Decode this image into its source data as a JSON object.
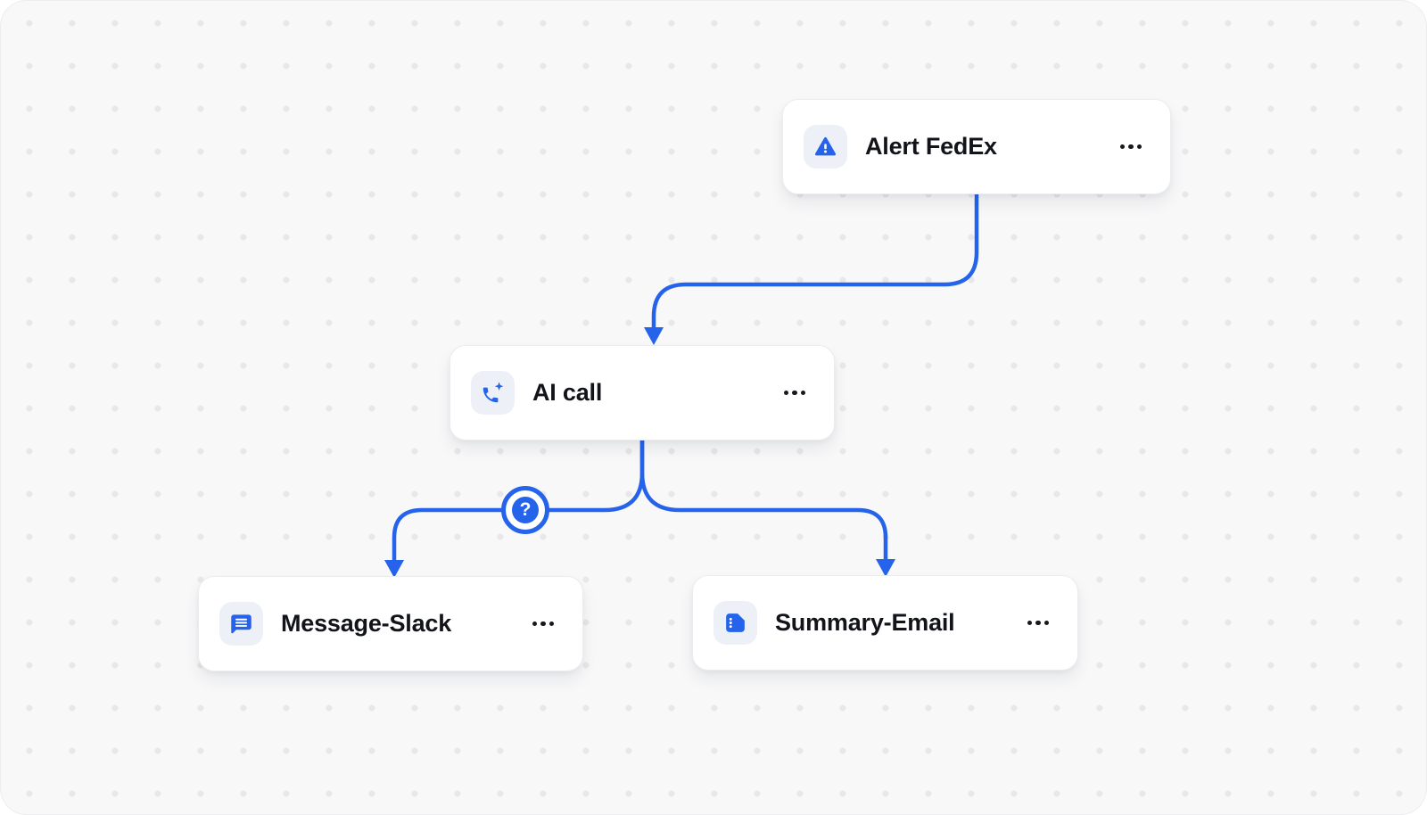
{
  "app": {
    "view": "workflow-builder-canvas"
  },
  "theme": {
    "accent_blue": "#2563eb",
    "canvas_background": "#f8f8f9",
    "dot_color": "#e8e8ea",
    "card_background": "#ffffff",
    "icon_tile_background": "#edf1f7",
    "label_color": "#12141a"
  },
  "nodes": [
    {
      "id": "alert-fedex",
      "label": "Alert FedEx",
      "icon": "warning-triangle-icon",
      "menu_icon": "more-options-ellipsis"
    },
    {
      "id": "ai-call",
      "label": "AI call",
      "icon": "ai-call-phone-sparkle-icon",
      "menu_icon": "more-options-ellipsis"
    },
    {
      "id": "message-slack",
      "label": "Message-Slack",
      "icon": "chat-message-bubble-icon",
      "menu_icon": "more-options-ellipsis"
    },
    {
      "id": "summary-email",
      "label": "Summary-Email",
      "icon": "document-summary-icon",
      "menu_icon": "more-options-ellipsis"
    }
  ],
  "edges": [
    {
      "from": "alert-fedex",
      "to": "ai-call"
    },
    {
      "from": "ai-call",
      "to": "message-slack",
      "badge": "?"
    },
    {
      "from": "ai-call",
      "to": "summary-email"
    }
  ]
}
